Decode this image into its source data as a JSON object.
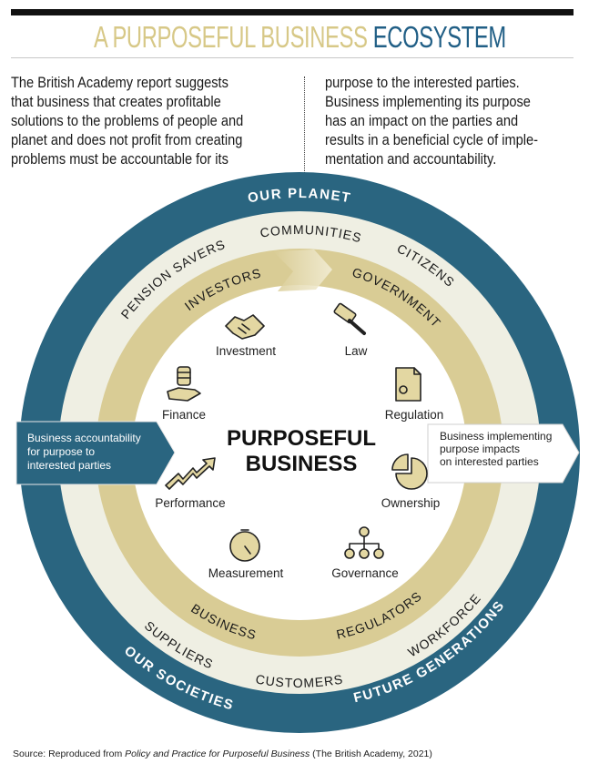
{
  "title": {
    "part1": "A PURPOSEFUL BUSINESS",
    "part2": "ECOSYSTEM"
  },
  "intro": {
    "left_lines": [
      "The British Academy report suggests",
      "that business that creates profitable",
      "solutions to the problems of people and",
      "planet and does not profit from creating",
      "problems must be accountable for its"
    ],
    "right_lines": [
      "purpose to the interested parties.",
      "Business implementing its purpose",
      "has an impact on the parties and",
      "results in a beneficial cycle of imple-",
      "mentation and accountability."
    ]
  },
  "ring": {
    "outer": [
      {
        "label": "OUR PLANET"
      },
      {
        "label": "OUR SOCIETIES"
      },
      {
        "label": "FUTURE GENERATIONS"
      }
    ],
    "middle": [
      {
        "label": "COMMUNITIES"
      },
      {
        "label": "PENSION SAVERS"
      },
      {
        "label": "CITIZENS"
      },
      {
        "label": "SUPPLIERS"
      },
      {
        "label": "CUSTOMERS"
      },
      {
        "label": "WORKFORCE"
      }
    ],
    "inner": [
      {
        "label": "INVESTORS"
      },
      {
        "label": "GOVERNMENT"
      },
      {
        "label": "BUSINESS"
      },
      {
        "label": "REGULATORS"
      }
    ]
  },
  "center": {
    "line1": "PURPOSEFUL",
    "line2": "BUSINESS"
  },
  "elements": [
    {
      "label": "Investment",
      "icon": "handshake-icon"
    },
    {
      "label": "Law",
      "icon": "gavel-icon"
    },
    {
      "label": "Regulation",
      "icon": "certificate-icon"
    },
    {
      "label": "Ownership",
      "icon": "pie-chart-icon"
    },
    {
      "label": "Governance",
      "icon": "org-chart-icon"
    },
    {
      "label": "Measurement",
      "icon": "gauge-icon"
    },
    {
      "label": "Performance",
      "icon": "trend-arrow-icon"
    },
    {
      "label": "Finance",
      "icon": "coins-hand-icon"
    }
  ],
  "arrows": {
    "left": [
      "Business accountability",
      "for purpose to",
      "interested parties"
    ],
    "right": [
      "Business implementing",
      "purpose impacts",
      "on interested parties"
    ]
  },
  "source": {
    "prefix": "Source: Reproduced from ",
    "title": "Policy and Practice for Purposeful Business",
    "suffix": " (The British Academy, 2021)"
  },
  "colors": {
    "teal": "#2a6580",
    "cream": "#efefe3",
    "gold": "#d9cc95",
    "title_gold": "#d7c887",
    "title_blue": "#215f86"
  }
}
